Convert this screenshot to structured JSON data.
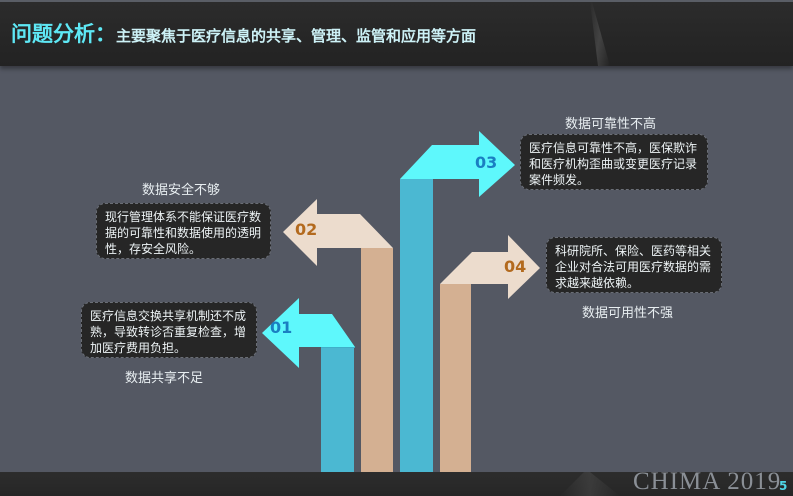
{
  "header": {
    "title_lead": "问题分析：",
    "title_rest": "主要聚焦于医疗信息的共享、管理、监管和应用等方面"
  },
  "items": [
    {
      "number": "01",
      "caption": "数据共享不足",
      "text": "医疗信息交换共享机制还不成熟，导致转诊否重复检查，增加医疗费用负担。",
      "direction": "left",
      "color": "#5ef8fc",
      "bar_color": "#4bb8d2",
      "number_color": "#1a7fc2"
    },
    {
      "number": "02",
      "caption": "数据安全不够",
      "text": "现行管理体系不能保证医疗数据的可靠性和数据使用的透明性，存安全风险。",
      "direction": "left",
      "color": "#ecdccd",
      "bar_color": "#d4b092",
      "number_color": "#b36a1e"
    },
    {
      "number": "03",
      "caption": "数据可靠性不高",
      "text": "医疗信息可靠性不高，医保欺诈和医疗机构歪曲或变更医疗记录案件频发。",
      "direction": "right",
      "color": "#5ef8fc",
      "bar_color": "#4bb8d2",
      "number_color": "#1a7fc2"
    },
    {
      "number": "04",
      "caption": "数据可用性不强",
      "text": "科研院所、保险、医药等相关企业对合法可用医疗数据的需求越来越依赖。",
      "direction": "right",
      "color": "#ecdccd",
      "bar_color": "#d4b092",
      "number_color": "#b36a1e"
    }
  ],
  "footer": {
    "brand": "CHIMA 2019",
    "page_number": "5"
  }
}
